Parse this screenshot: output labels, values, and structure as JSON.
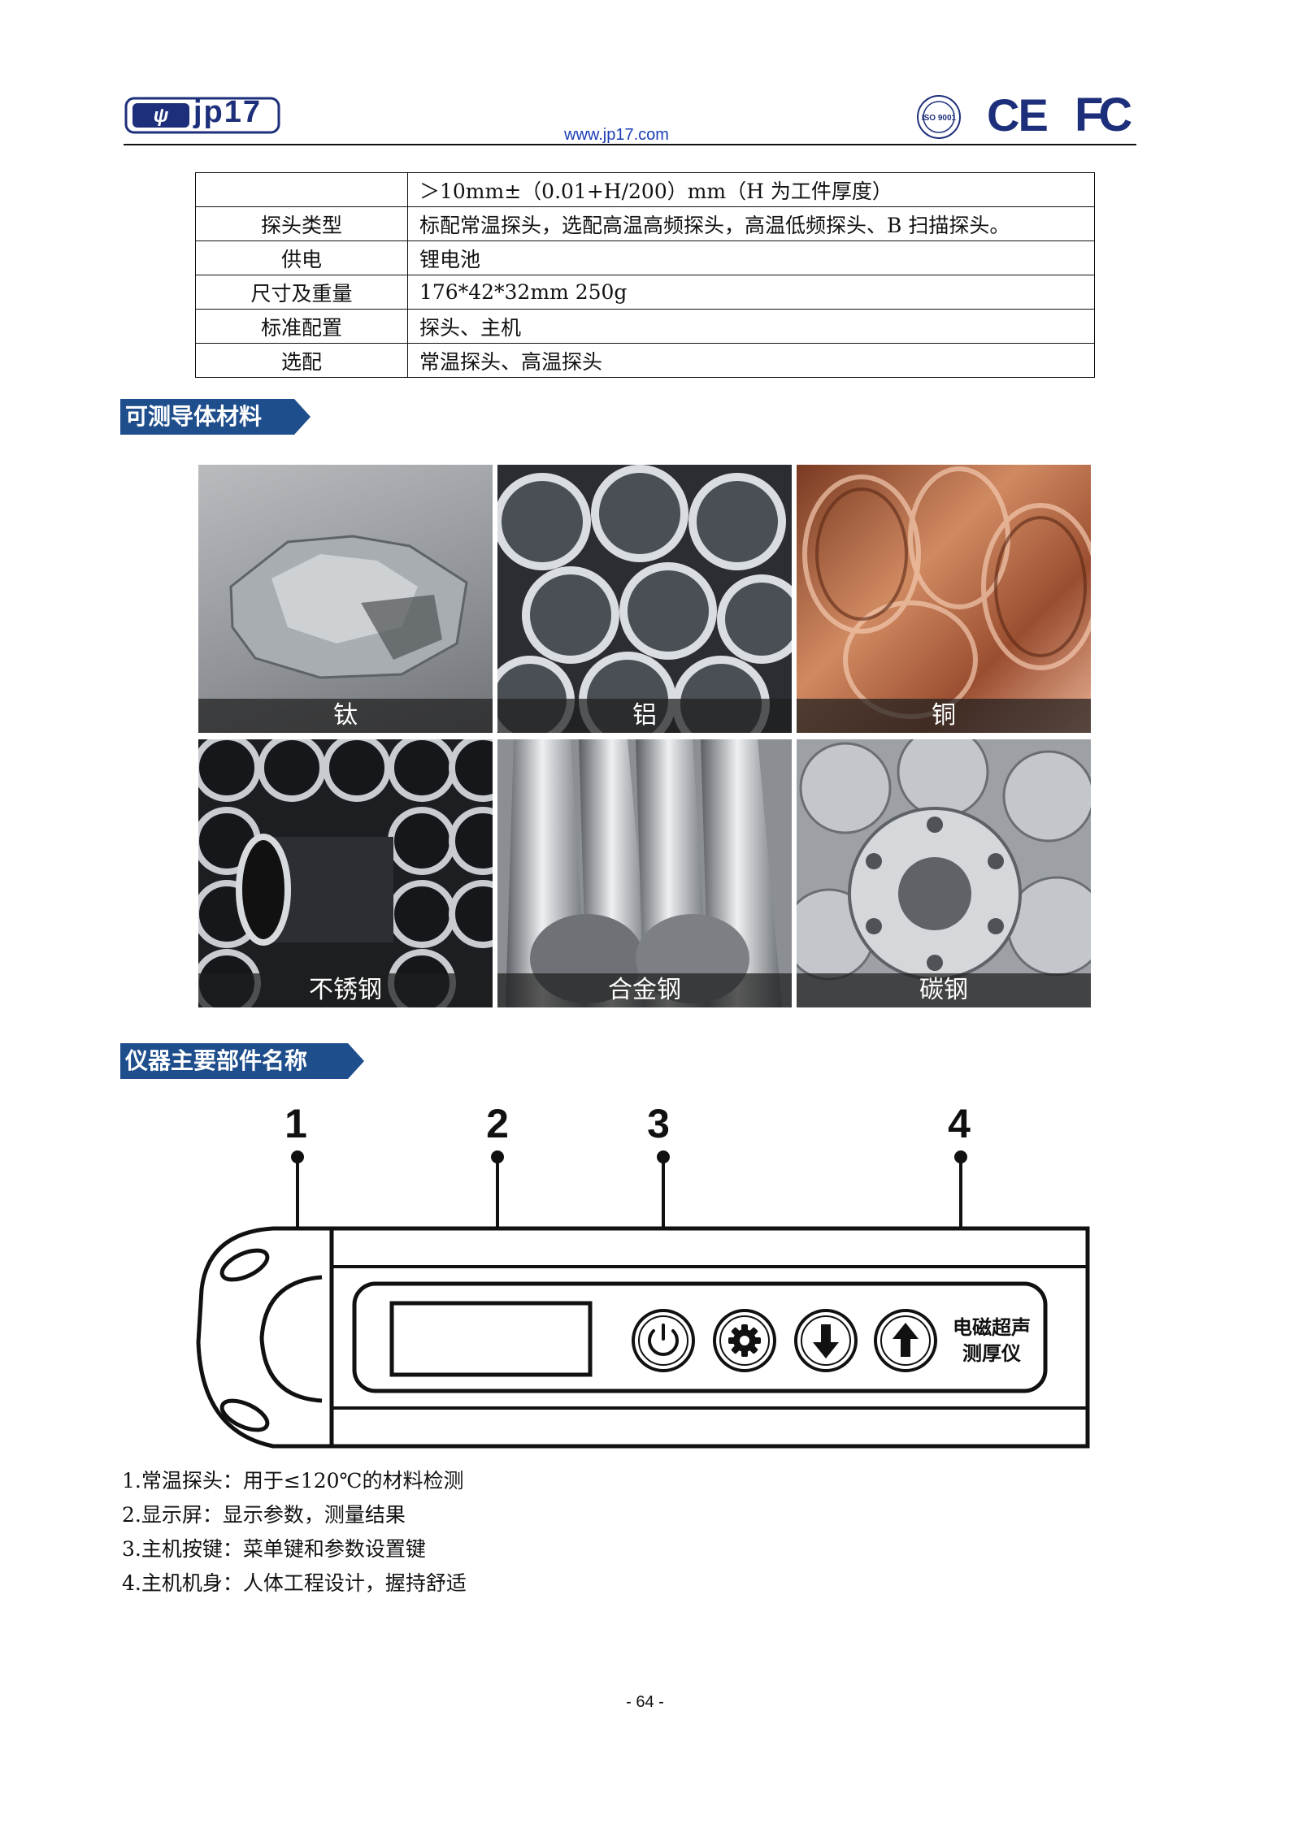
{
  "header": {
    "logo_text": "jp17",
    "url": "www.jp17.com",
    "iso_text": "ISO 9001",
    "ce_text": "CE",
    "fc_text": "FC"
  },
  "spec_rows": [
    {
      "key": "",
      "value": "＞10mm±（0.01+H/200）mm（H 为工件厚度）"
    },
    {
      "key": "探头类型",
      "value": "标配常温探头，选配高温高频探头，高温低频探头、B 扫描探头。"
    },
    {
      "key": "供电",
      "value": "锂电池"
    },
    {
      "key": "尺寸及重量",
      "value": "176*42*32mm      250g"
    },
    {
      "key": "标准配置",
      "value": "探头、主机"
    },
    {
      "key": "选配",
      "value": "常温探头、高温探头"
    }
  ],
  "section_materials": "可测导体材料",
  "materials": [
    "钛",
    "铝",
    "铜",
    "不锈钢",
    "合金钢",
    "碳钢"
  ],
  "section_parts": "仪器主要部件名称",
  "device": {
    "callouts": [
      "1",
      "2",
      "3",
      "4"
    ],
    "label_line1": "电磁超声",
    "label_line2": "测厚仪"
  },
  "legend": [
    "1.常温探头：用于≤120℃的材料检测",
    "2.显示屏：显示参数，测量结果",
    "3.主机按键：菜单键和参数设置键",
    "4.主机机身：人体工程设计，握持舒适"
  ],
  "page_number": "- 64 -",
  "colors": {
    "brand_blue": "#1d2f7a",
    "section_blue": "#1f4e8c"
  }
}
